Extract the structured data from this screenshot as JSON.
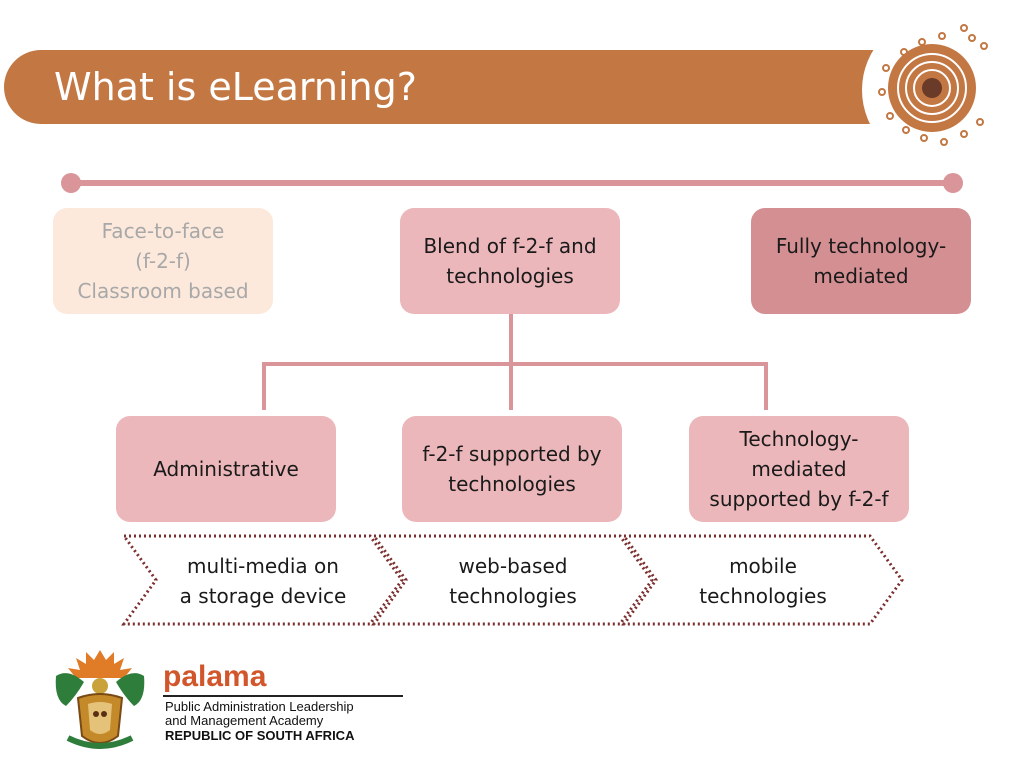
{
  "slide": {
    "title": "What is eLearning?"
  },
  "spectrum": {
    "left": "Face-to-face\n(f-2-f)\nClassroom based",
    "middle": "Blend of f-2-f and\ntechnologies",
    "right": "Fully technology-\nmediated"
  },
  "blend_types": [
    "Administrative",
    "f-2-f supported by\ntechnologies",
    "Technology-\nmediated\nsupported by f-2-f"
  ],
  "delivery": [
    "multi-media on\na storage device",
    "web-based\ntechnologies",
    "mobile\ntechnologies"
  ],
  "logo": {
    "name": "palama",
    "line1": "Public Administration Leadership",
    "line2": "and Management Academy",
    "line3": "REPUBLIC OF SOUTH AFRICA",
    "crest_icon": "coat-of-arms-icon",
    "brand_color": "#d2562b"
  },
  "colors": {
    "banner": "#c37743",
    "connector": "#d9959a",
    "box_light": "#ebb7ba",
    "box_dark": "#d48f93",
    "box_faded": "#fce9dc",
    "chevron_border": "#7a2e2e"
  }
}
